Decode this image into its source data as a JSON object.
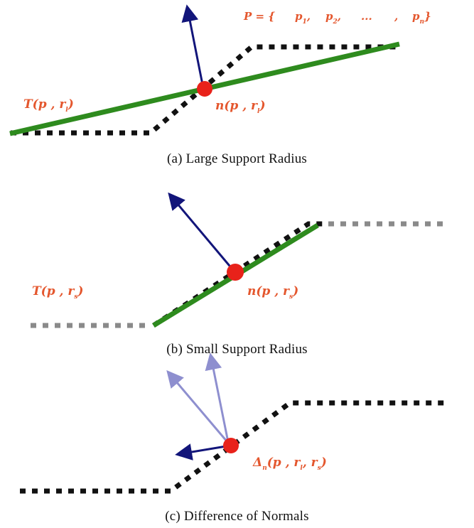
{
  "panels": {
    "a": {
      "label": "(a)  Large Support Radius"
    },
    "b": {
      "label": "(b)  Small Support Radius"
    },
    "c": {
      "label": "(c)  Difference of Normals"
    }
  },
  "annotations": {
    "point_set": {
      "prefix": "P = {",
      "p1": "p",
      "p1_sub": "1",
      "p2": "p",
      "p2_sub": "2",
      "ellipsis": "...",
      "pn": "p",
      "pn_sub": "n",
      "suffix": "}"
    },
    "a_tangent": {
      "main": "T(p , r",
      "sub": "l",
      "close": ")"
    },
    "a_normal": {
      "main": "n(p , r",
      "sub": "l",
      "close": ")"
    },
    "b_tangent": {
      "main": "T(p , r",
      "sub": "s",
      "close": ")"
    },
    "b_normal": {
      "main": "n(p , r",
      "sub": "s",
      "close": ")"
    },
    "c_diff": {
      "main": "Δ",
      "main_sub": "n",
      "args": "(p , r",
      "sub1": "l",
      "comma": ", r",
      "sub2": "s",
      "close": ")"
    }
  },
  "colors": {
    "surface_dots": "#111111",
    "surface_dots_faded": "#8a8a8a",
    "tangent_plane": "#2e8b1e",
    "normal_vector": "#12157a",
    "normal_vector_faded": "#8e8fcf",
    "point": "#e8221a",
    "math_text": "#e4572e"
  },
  "icons": {
    "normal_arrow": "arrow-icon",
    "query_point": "circle-icon"
  }
}
